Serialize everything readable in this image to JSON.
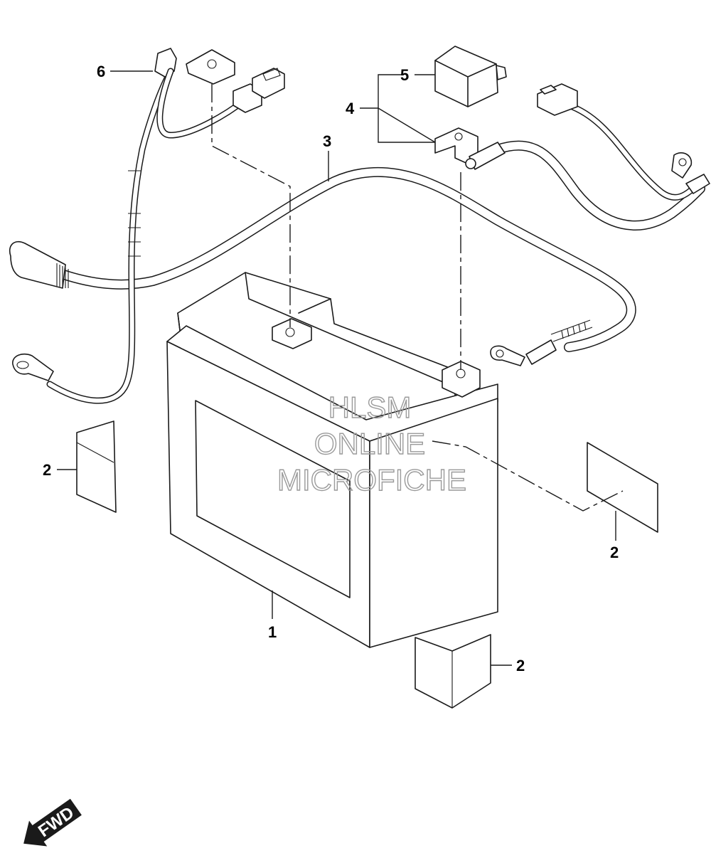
{
  "callouts": {
    "battery": "1",
    "pad_left": "2",
    "pad_right": "2",
    "pad_bottom": "2",
    "negative_cable": "3",
    "positive_cable": "4",
    "terminal_cover": "5",
    "starter_harness": "6"
  },
  "watermark": {
    "line1": "HLSM",
    "line2": "ONLINE",
    "line3": "MICROFICHE"
  },
  "direction_indicator": {
    "label": "FWD"
  },
  "colors": {
    "line": "#1a1a1a",
    "watermark": "#9a9a9a",
    "background": "#ffffff"
  }
}
